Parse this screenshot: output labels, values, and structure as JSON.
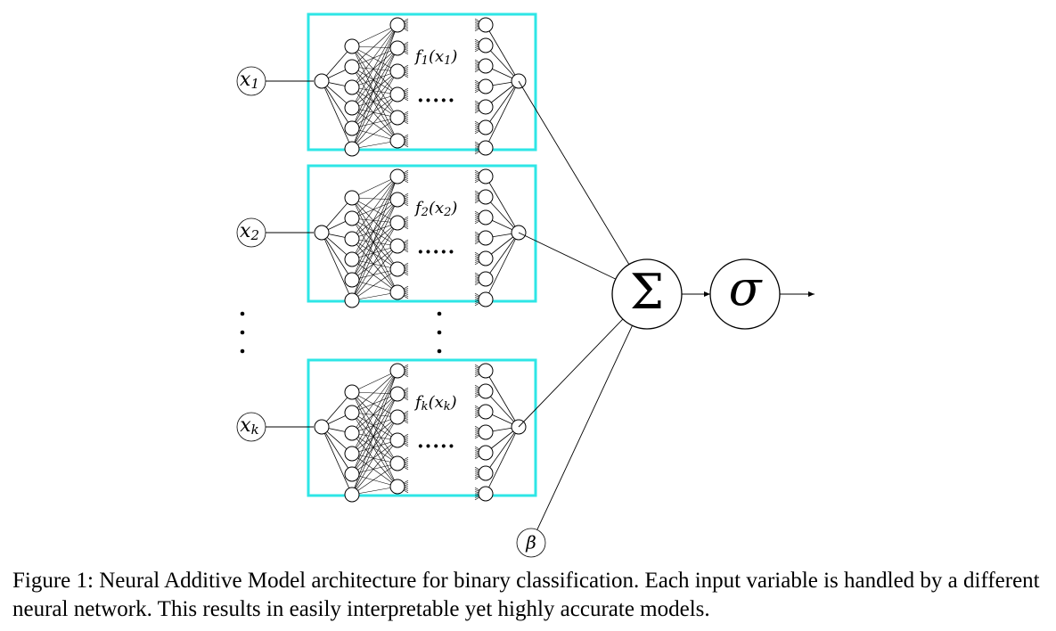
{
  "diagram": {
    "inputs": [
      {
        "base": "x",
        "sub": "1",
        "function_label": "f_1(x_1)"
      },
      {
        "base": "x",
        "sub": "2",
        "function_label": "f_2(x_2)"
      },
      {
        "base": "x",
        "sub": "k",
        "function_label": "f_k(x_k)"
      }
    ],
    "hidden_dots": "·····",
    "sum_symbol": "Σ",
    "activation_symbol": "σ",
    "bias_symbol": "β",
    "network_box_color": "#2ee6e6"
  },
  "caption": "Figure 1: Neural Additive Model architecture for binary classification. Each input variable is handled by a different neural network. This results in easily interpretable yet highly accurate models."
}
